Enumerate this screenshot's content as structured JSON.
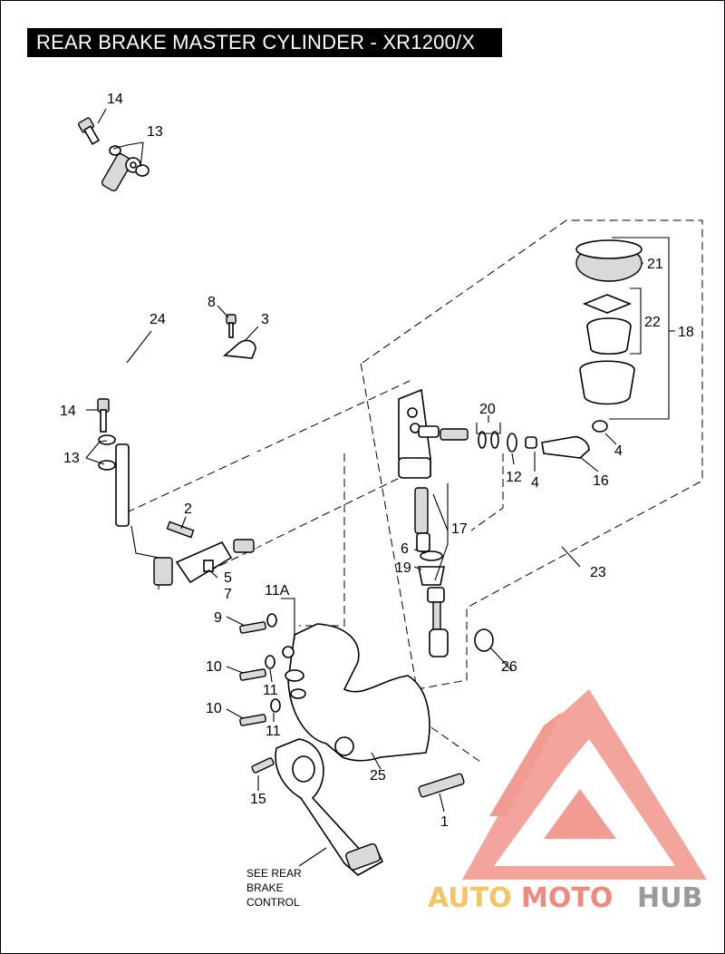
{
  "title": "REAR BRAKE MASTER CYLINDER - XR1200/X",
  "callouts": {
    "c1": "1",
    "c2": "2",
    "c3": "3",
    "c4a": "4",
    "c4b": "4",
    "c5": "5",
    "c6": "6",
    "c7": "7",
    "c8": "8",
    "c9": "9",
    "c10a": "10",
    "c10b": "10",
    "c11a": "11",
    "c11b": "11",
    "c11A": "11A",
    "c12": "12",
    "c13a": "13",
    "c13b": "13",
    "c14a": "14",
    "c14b": "14",
    "c15": "15",
    "c16": "16",
    "c17": "17",
    "c18": "18",
    "c19": "19",
    "c20": "20",
    "c21": "21",
    "c22": "22",
    "c23": "23",
    "c24": "24",
    "c25": "25",
    "c26": "26"
  },
  "note": {
    "line1": "SEE REAR",
    "line2": "BRAKE",
    "line3": "CONTROL"
  },
  "watermark": {
    "part1": "AUTO",
    "part2": "MOTO",
    "part3": "HUB",
    "color1": "#f5c468",
    "color2": "#f08a80",
    "color3": "#9a9a9a",
    "logo_color": "#f08a80"
  }
}
